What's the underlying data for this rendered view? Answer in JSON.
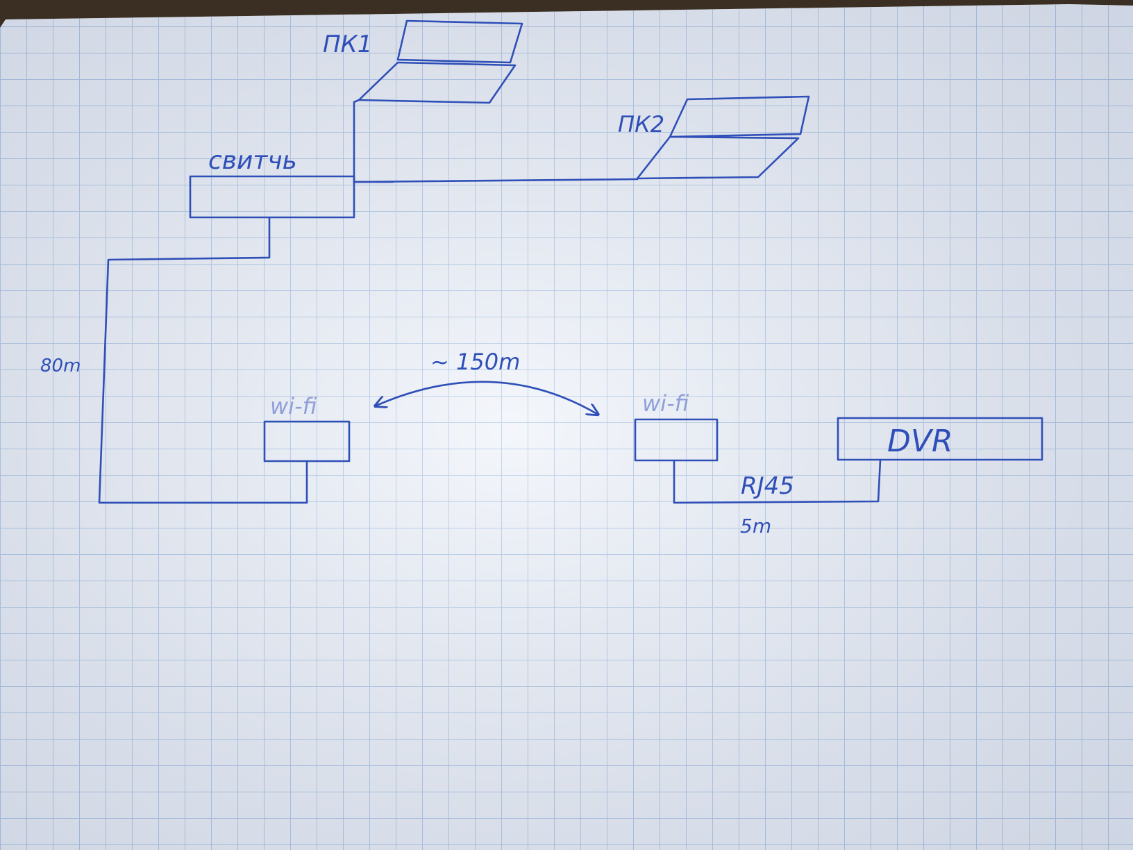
{
  "colors": {
    "ink": "#2f4fb8",
    "faint_ink": "#8f9fd8",
    "paper": "#eef2f9",
    "grid": "#a9c3e4",
    "backdrop": "#3a2f22"
  },
  "nodes": {
    "pc1": {
      "label": "ПК1"
    },
    "pc2": {
      "label": "ПК2"
    },
    "switch": {
      "label": "свитчь"
    },
    "wifi_left": {
      "label": "wi-fi"
    },
    "wifi_right": {
      "label": "wi-fi"
    },
    "dvr": {
      "label": "DVR"
    }
  },
  "links": {
    "switch_to_wifi_length": "80m",
    "wireless_distance": "~ 150m",
    "wifi_to_dvr_cable": "RJ45",
    "wifi_to_dvr_length": "5m"
  }
}
